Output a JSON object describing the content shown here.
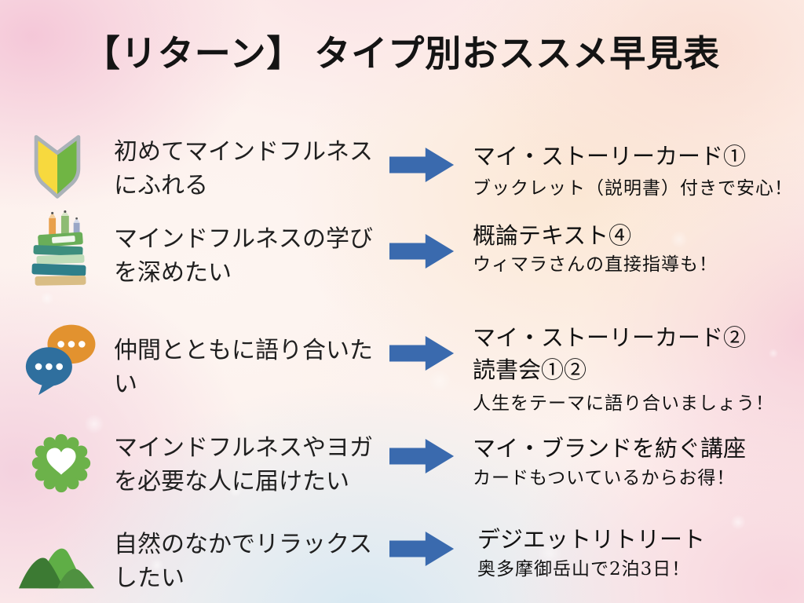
{
  "title": "【リターン】 タイプ別おススメ早見表",
  "colors": {
    "arrow_blue": "#3a6aae",
    "title_text": "#141414",
    "body_text": "#1f1f1f",
    "wakaba_yellow": "#f7d93e",
    "wakaba_green": "#70b544",
    "bubble_orange": "#e2922f",
    "bubble_blue": "#2f6f9e",
    "badge_green": "#6cb24a",
    "mountain_dark": "#3c7a33",
    "mountain_bright": "#5fae46",
    "mountain_mid": "#4f9140"
  },
  "rows": [
    {
      "icon": "beginner-mark-icon",
      "need": "初めてマインドフルネス\nにふれる",
      "reward": "マイ・ストーリーカード①",
      "note": "ブックレット（説明書）付きで安心！"
    },
    {
      "icon": "book-stack-icon",
      "need": "マインドフルネスの学び\nを深めたい",
      "reward": "概論テキスト④",
      "note": "ウィマラさんの直接指導も！"
    },
    {
      "icon": "chat-bubbles-icon",
      "need": "仲間とともに語り合いた\nい",
      "reward": "マイ・ストーリーカード②\n読書会①②",
      "note": "人生をテーマに語り合いましょう！"
    },
    {
      "icon": "heart-badge-icon",
      "need": "マインドフルネスやヨガ\nを必要な人に届けたい",
      "reward": "マイ・ブランドを紡ぐ講座",
      "note": "カードもついているからお得！"
    },
    {
      "icon": "mountains-icon",
      "need": "自然のなかでリラックス\nしたい",
      "reward": "デジエットリトリート",
      "note": "奥多摩御岳山で2泊3日！"
    }
  ]
}
